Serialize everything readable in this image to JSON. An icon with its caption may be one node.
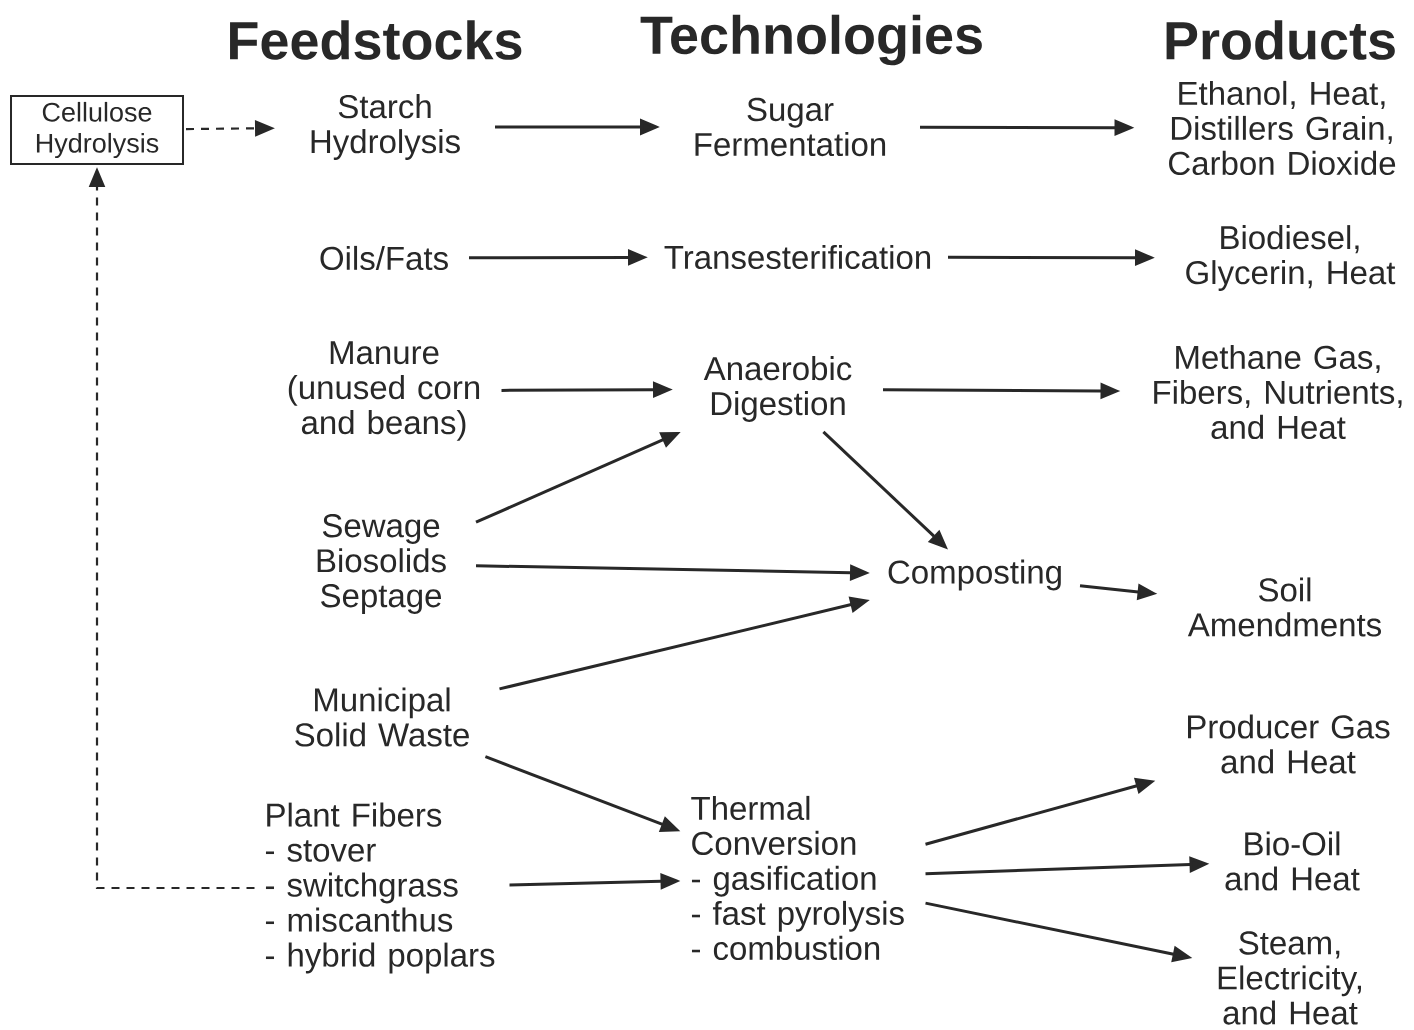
{
  "diagram": {
    "nodes": [
      {
        "text": [
          "Cellulose Hydrolysis"
        ]
      },
      {
        "text": [
          "Starch Hydrolysis"
        ]
      },
      {
        "text": [
          "Sugar Fermentation"
        ]
      },
      {
        "text": [
          "Ethanol, Heat, Distillers Grain, Carbon Dioxide"
        ]
      },
      {
        "text": [
          "Oils/Fats"
        ]
      },
      {
        "text": [
          "Transesterification"
        ]
      },
      {
        "text": [
          "Biodiesel, Glycerin, Heat"
        ]
      },
      {
        "text": [
          "Manure (unused corn and beans)"
        ]
      },
      {
        "text": [
          "Anaerobic Digestion"
        ]
      },
      {
        "text": [
          "Methane Gas, Fibers, Nutrients, and Heat"
        ]
      },
      {
        "text": [
          "Sewage Biosolids Septage"
        ]
      },
      {
        "text": [
          "Composting"
        ]
      },
      {
        "text": [
          "Soil Amendments"
        ]
      },
      {
        "text": [
          "Municipal Solid Waste"
        ]
      },
      {
        "text": [
          "Producer Gas and Heat"
        ]
      },
      {
        "text": [
          "Plant Fibers",
          "- stover",
          "- switchgrass",
          "- miscanthus",
          "- hybrid poplars"
        ]
      },
      {
        "text": [
          "Thermal Conversion",
          "- gasification",
          "- fast pyrolysis",
          "- combustion"
        ]
      },
      {
        "text": [
          "Bio-Oil and Heat"
        ]
      },
      {
        "text": [
          "Steam, Electricity, and Heat"
        ]
      }
    ],
    "edges": [
      {
        "from": 0,
        "to": 1,
        "arrow": "to",
        "style": "dashed"
      },
      {
        "from": 15,
        "to": 0,
        "arrow": "to",
        "style": "dashed"
      },
      {
        "from": 1,
        "to": 2,
        "arrow": "to"
      },
      {
        "from": 2,
        "to": 3,
        "arrow": "to"
      },
      {
        "from": 4,
        "to": 5,
        "arrow": "to"
      },
      {
        "from": 5,
        "to": 6,
        "arrow": "to"
      },
      {
        "from": 7,
        "to": 8,
        "arrow": "to"
      },
      {
        "from": 8,
        "to": 9,
        "arrow": "to"
      },
      {
        "from": 8,
        "to": 11,
        "arrow": "to"
      },
      {
        "from": 10,
        "to": 8,
        "arrow": "to"
      },
      {
        "from": 10,
        "to": 11,
        "arrow": "to"
      },
      {
        "from": 13,
        "to": 11,
        "arrow": "to"
      },
      {
        "from": 13,
        "to": 16,
        "arrow": "to"
      },
      {
        "from": 15,
        "to": 16,
        "arrow": "to"
      },
      {
        "from": 11,
        "to": 12,
        "arrow": "to"
      },
      {
        "from": 16,
        "to": 14,
        "arrow": "to"
      },
      {
        "from": 16,
        "to": 17,
        "arrow": "to"
      },
      {
        "from": 16,
        "to": 18,
        "arrow": "to"
      }
    ],
    "labels": [
      "Feedstocks",
      "Technologies",
      "Products"
    ]
  }
}
